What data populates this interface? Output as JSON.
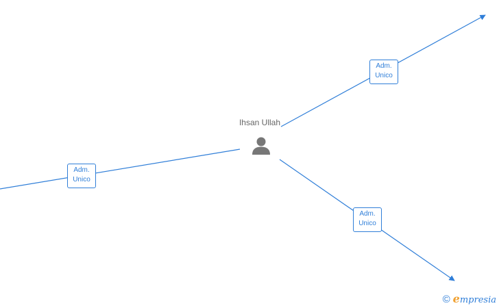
{
  "center": {
    "name": "Ihsan Ullah",
    "icon": "person-icon"
  },
  "relations": [
    {
      "id": "top-right",
      "line1": "Adm.",
      "line2": "Unico"
    },
    {
      "id": "left",
      "line1": "Adm.",
      "line2": "Unico"
    },
    {
      "id": "bottom-right",
      "line1": "Adm.",
      "line2": "Unico"
    }
  ],
  "footer": {
    "copyright_symbol": "©",
    "brand_initial": "e",
    "brand_rest": "mpresia"
  },
  "colors": {
    "accent": "#2f7ed8",
    "text_muted": "#666666",
    "icon": "#777777",
    "brand_initial": "#f0a030"
  }
}
